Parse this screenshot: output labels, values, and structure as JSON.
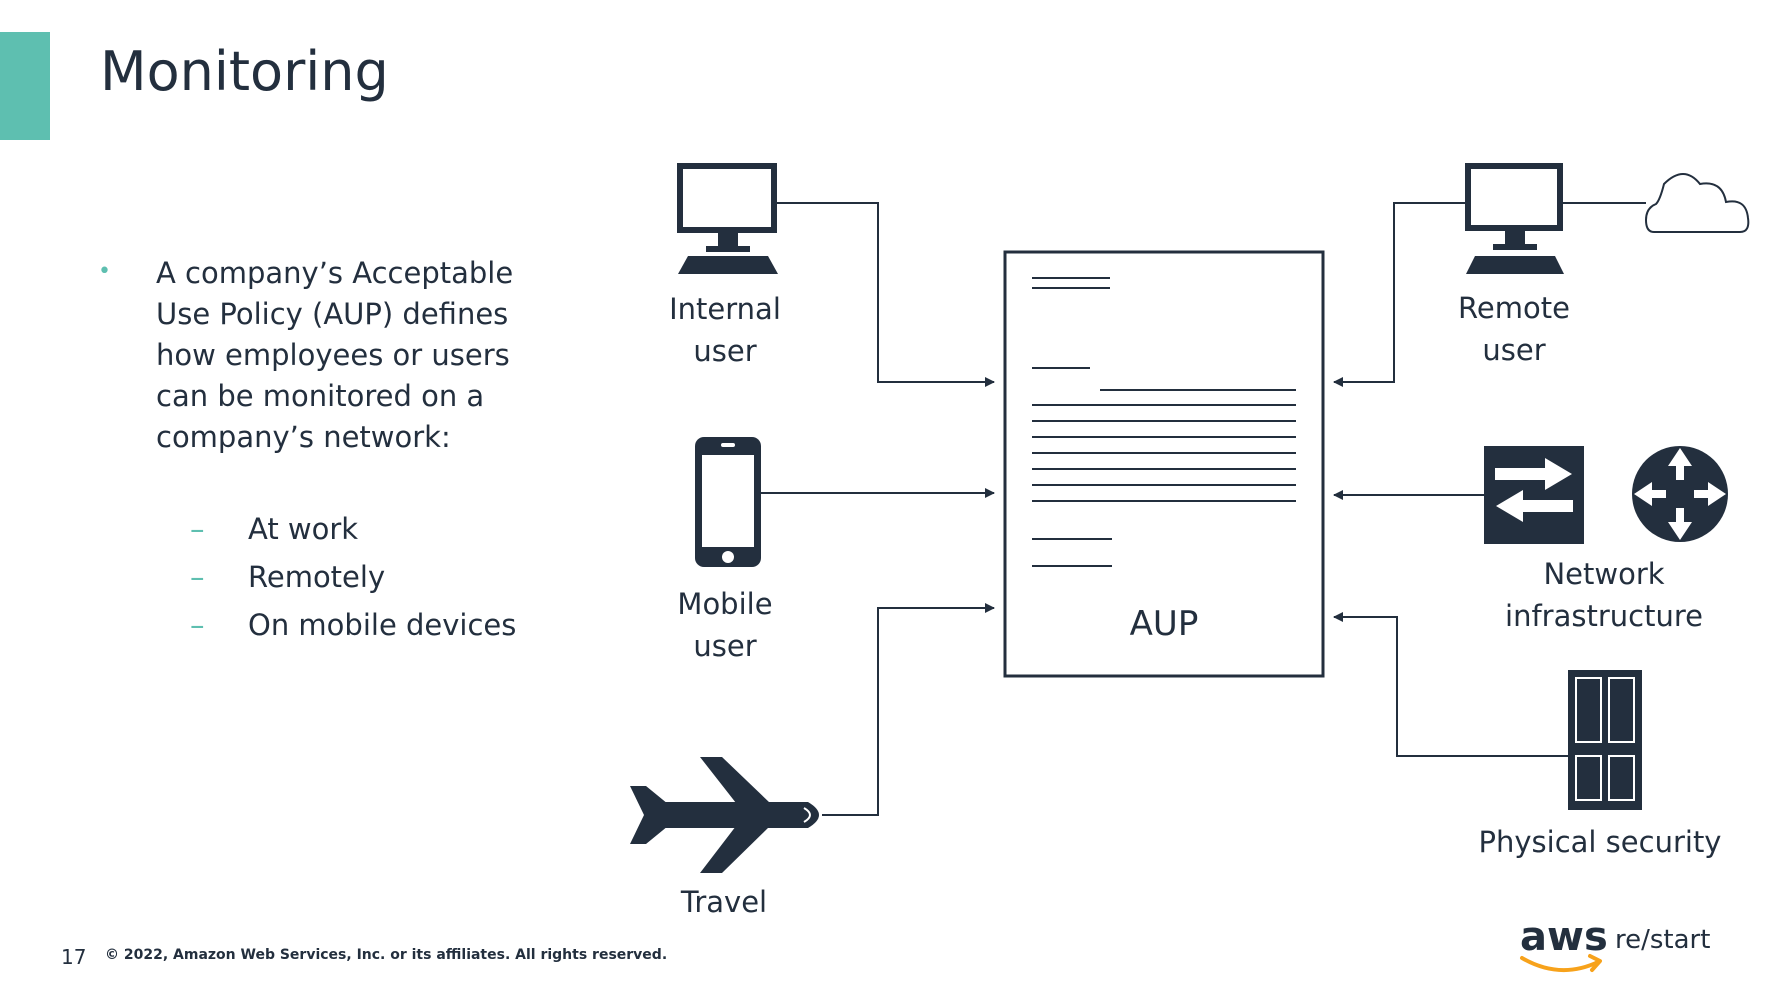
{
  "slide": {
    "title": "Monitoring",
    "bullet": "A company’s Acceptable Use Policy (AUP) defines how employees or users can be monitored on a company’s network:",
    "bullet_marker": "•",
    "sub_items": [
      "At work",
      "Remotely",
      "On mobile devices"
    ],
    "sub_marker": "–",
    "accent_color": "#5ebfb0"
  },
  "diagram": {
    "center": "AUP",
    "left_sources": [
      {
        "line1": "Internal",
        "line2": "user",
        "icon": "desktop-computer-icon"
      },
      {
        "line1": "Mobile",
        "line2": "user",
        "icon": "mobile-phone-icon"
      },
      {
        "line1": "Travel",
        "line2": "",
        "icon": "airplane-icon"
      }
    ],
    "right_sources": [
      {
        "line1": "Remote",
        "line2": "user",
        "icon": "desktop-computer-icon"
      },
      {
        "line1": "Network",
        "line2": "infrastructure",
        "icon": "network-switch-icon"
      },
      {
        "line1": "Physical security",
        "line2": "",
        "icon": "door-icon"
      }
    ],
    "extra_icons": [
      "cloud-icon",
      "router-icon"
    ]
  },
  "footer": {
    "page_number": "17",
    "copyright": "© 2022, Amazon Web Services, Inc. or its affiliates. All rights reserved.",
    "logo_aws": "aws",
    "logo_restart": "re/start",
    "logo_smile_color": "#f7a21b"
  }
}
